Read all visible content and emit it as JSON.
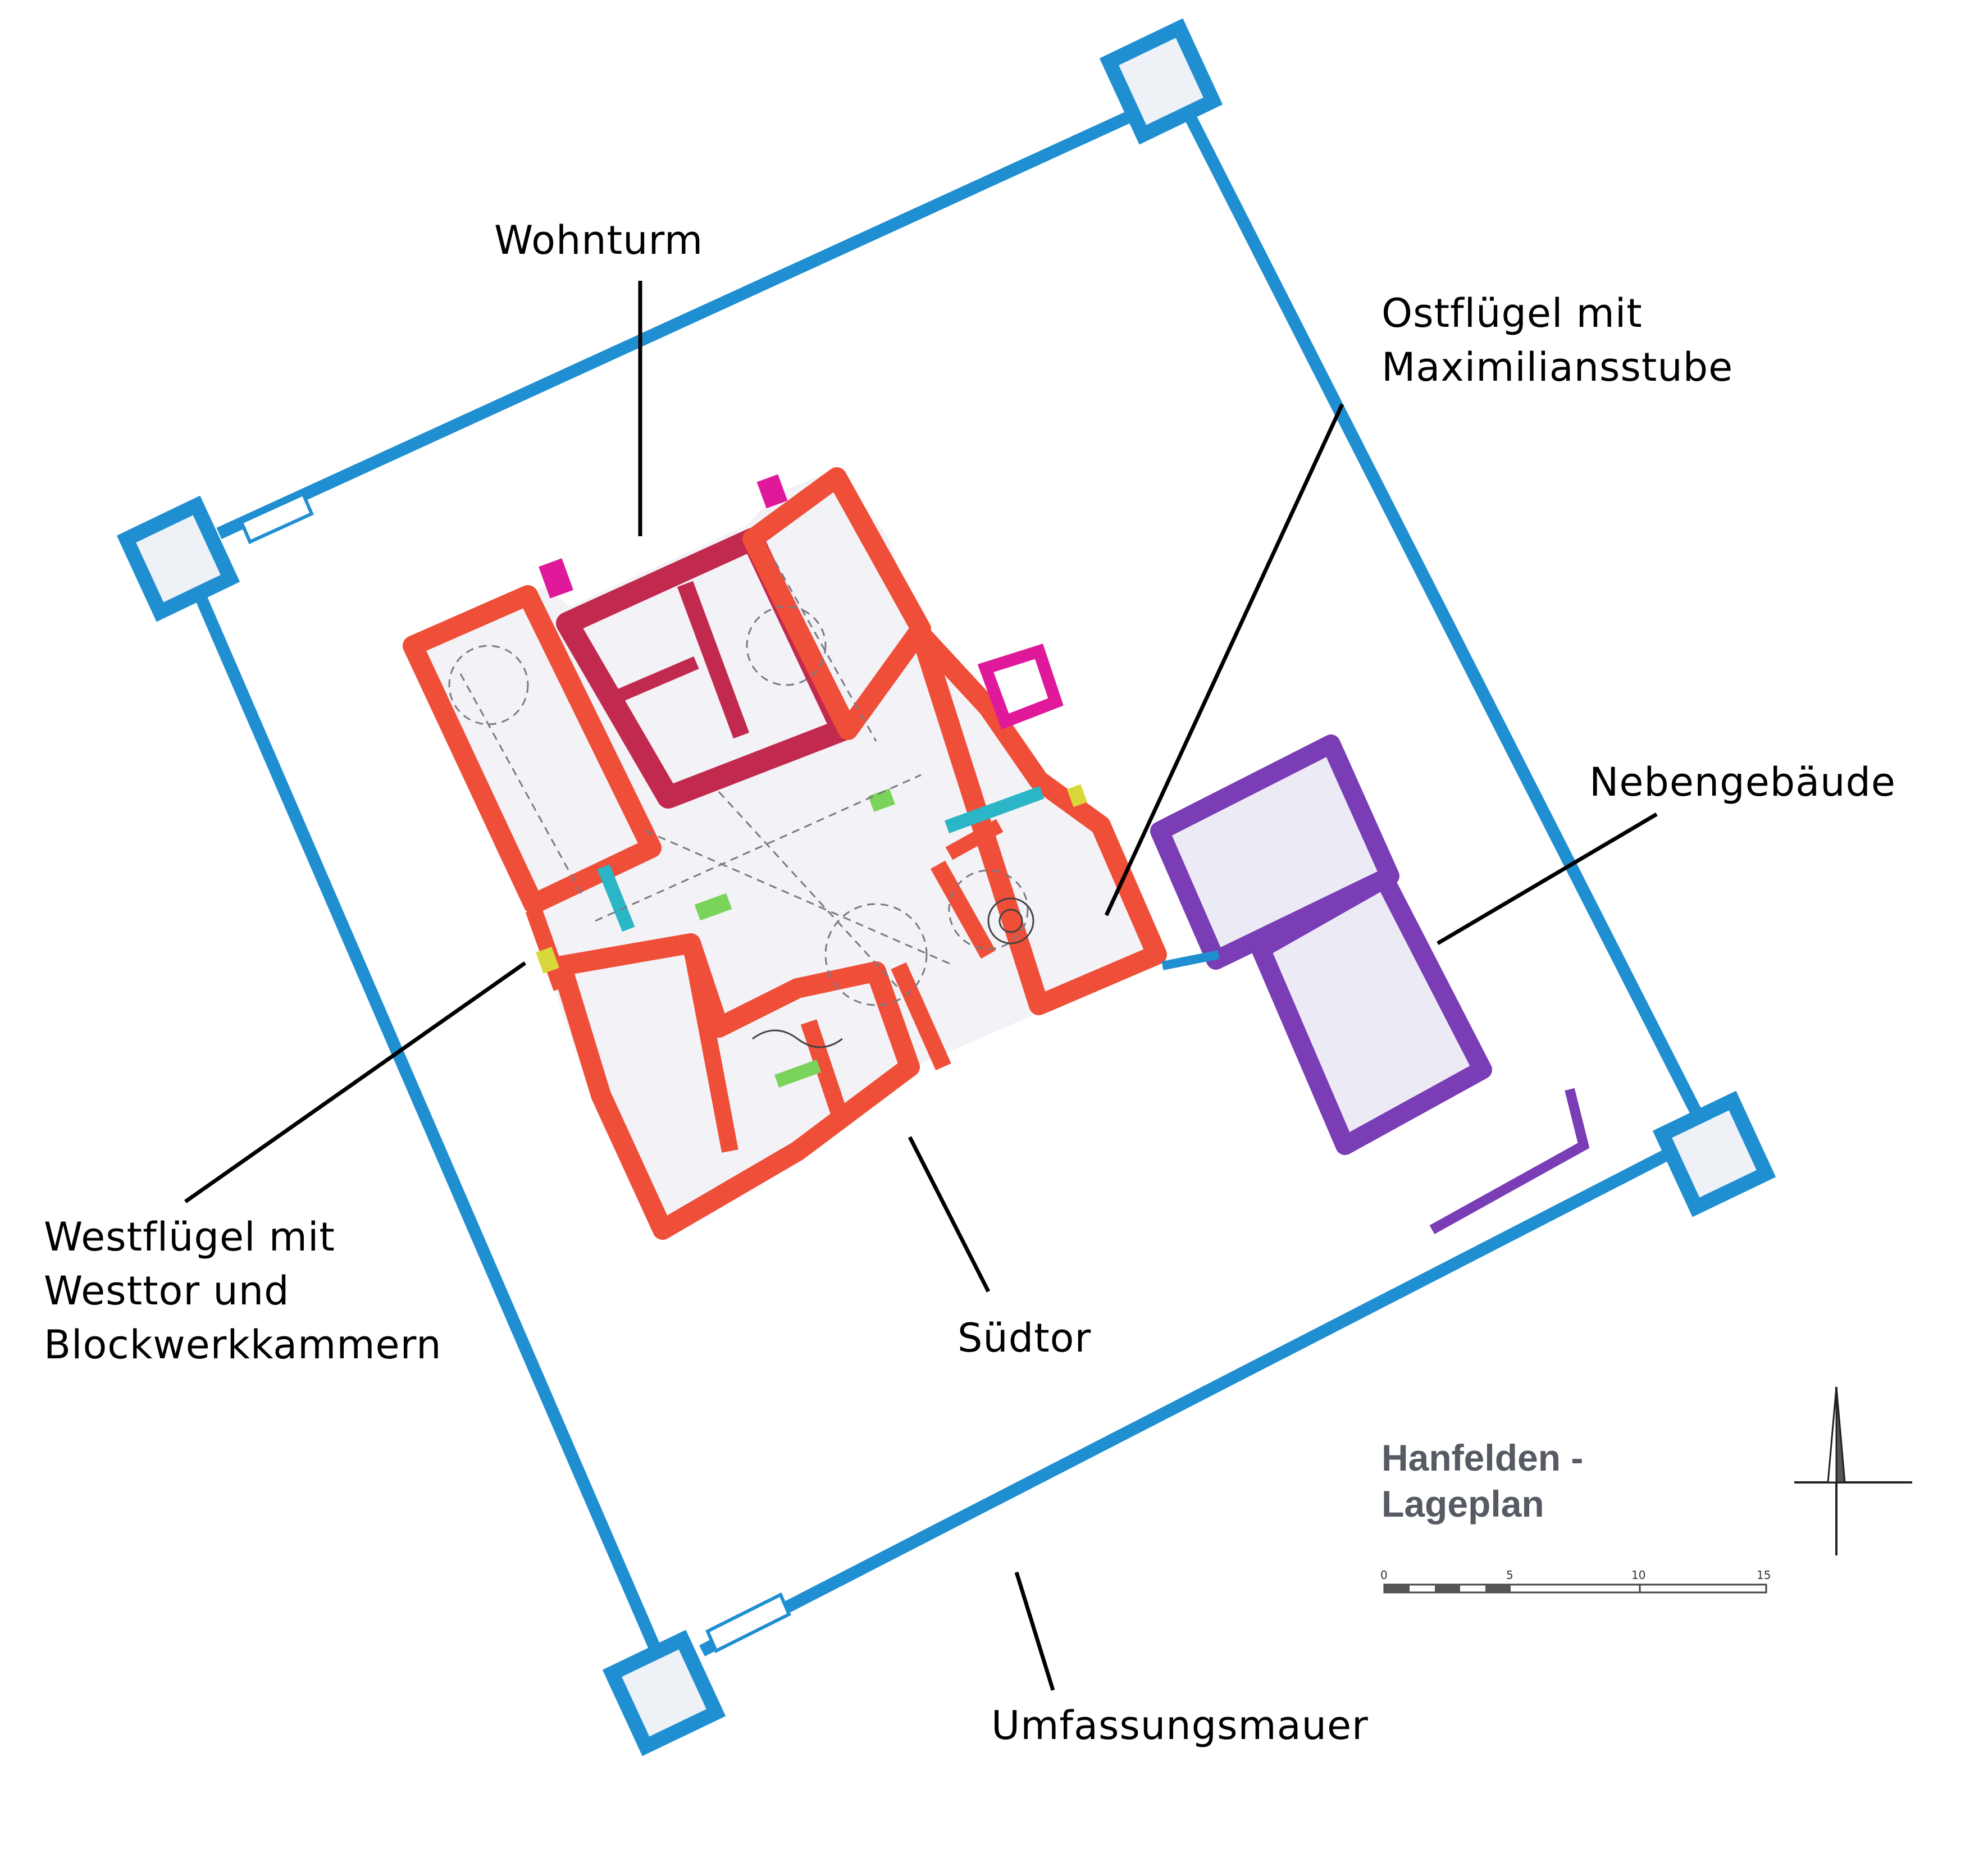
{
  "title": {
    "line1": "Hanfelden -",
    "line2": "Lageplan"
  },
  "labels": {
    "wohnturm": "Wohnturm",
    "ostfluegel_line1": "Ostflügel mit",
    "ostfluegel_line2": "Maximiliansstube",
    "nebengebaeude": "Nebengebäude",
    "westfluegel_line1": "Westflügel mit",
    "westfluegel_line2": "Westtor und",
    "westfluegel_line3": "Blockwerkkammern",
    "suedtor": "Südtor",
    "umfassungsmauer": "Umfassungsmauer"
  },
  "scale_bar": {
    "ticks": [
      "0",
      "5",
      "10",
      "15"
    ]
  },
  "north_arrow": {
    "icon": "north-arrow-icon"
  },
  "colors": {
    "enclosure_wall": "#1f8fd1",
    "main_building_walls": "#ef4e38",
    "tower_walls": "#c2294e",
    "annex_walls": "#7a3db5",
    "annex_fill": "#ecebf5",
    "building_fill": "#f3f2f6",
    "accent_pink": "#e0199a",
    "accent_teal": "#2ab6c6",
    "accent_yellow": "#d9d83a",
    "accent_green": "#7ad35a"
  }
}
